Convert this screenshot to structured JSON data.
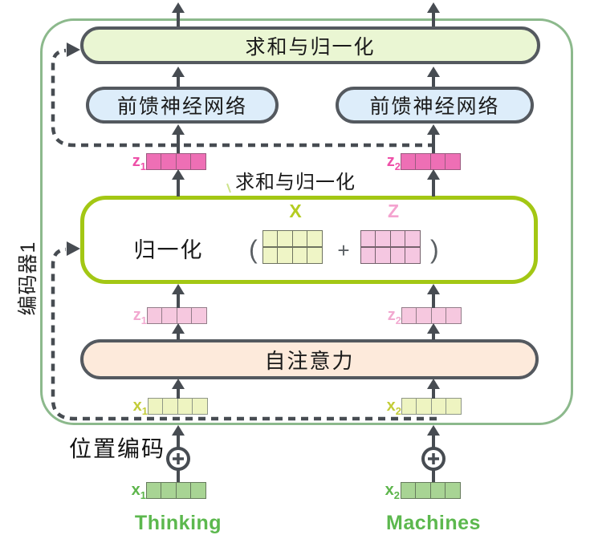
{
  "encoder": {
    "label": "编码器1"
  },
  "layers": {
    "add_norm_top": "求和与归一化",
    "ffn": "前馈神经网络",
    "add_norm_mid": "求和与归一化",
    "normalize": "归一化",
    "self_attention": "自注意力",
    "positional_encoding": "位置编码"
  },
  "formula": {
    "open": "(",
    "x_label": "X",
    "plus": "+",
    "z_label": "Z",
    "close": ")"
  },
  "vectors": {
    "z1": {
      "base": "z",
      "sub": "1"
    },
    "z2": {
      "base": "z",
      "sub": "2"
    },
    "x1": {
      "base": "x",
      "sub": "1"
    },
    "x2": {
      "base": "x",
      "sub": "2"
    }
  },
  "tokens": {
    "left": "Thinking",
    "right": "Machines"
  },
  "colors": {
    "frame_green": "#8cb98c",
    "box_border": "#54595f",
    "add_norm_fill": "#eaf6d3",
    "ffn_fill": "#ddedfa",
    "self_attention_fill": "#fdeadb",
    "norm_box_border": "#a3c714",
    "vector_magenta": "#ee6fb5",
    "vector_pink": "#f6c8df",
    "vector_yellow": "#eef4c1",
    "vector_green": "#a8d494",
    "arrow_gray": "#474c52",
    "token_green": "#5cb84e"
  }
}
